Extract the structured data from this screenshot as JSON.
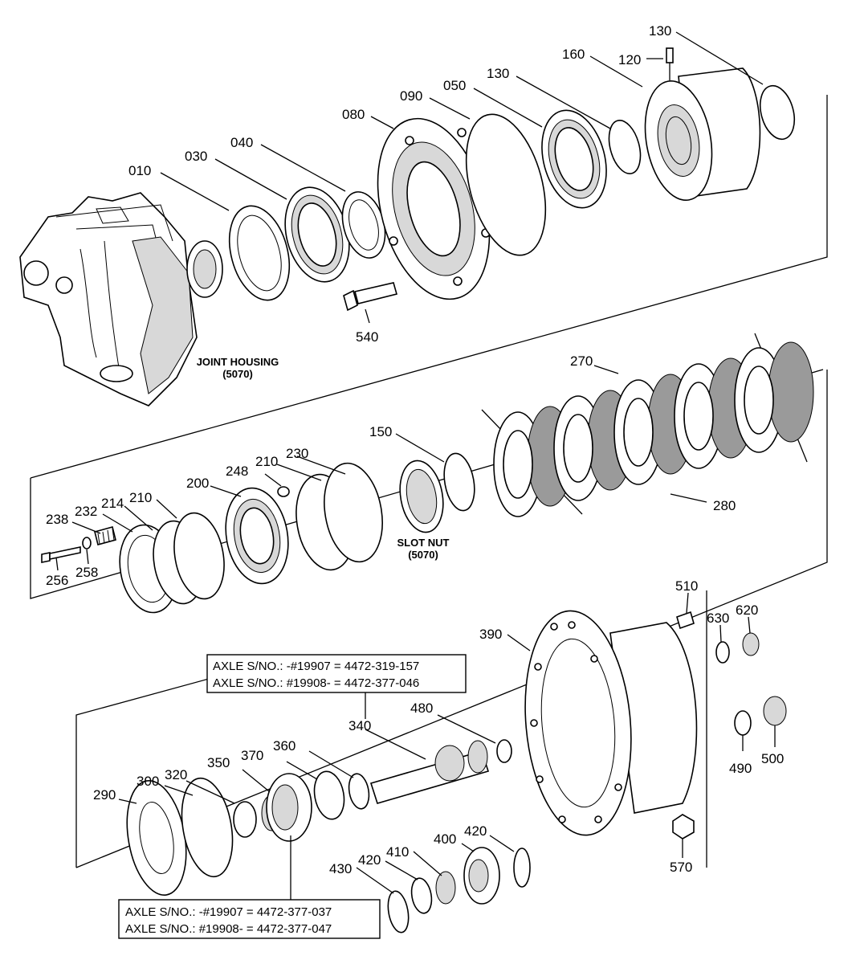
{
  "callouts": {
    "c010": "010",
    "c030": "030",
    "c040": "040",
    "c080": "080",
    "c090": "090",
    "c050": "050",
    "c130a": "130",
    "c160": "160",
    "c120": "120",
    "c130b": "130",
    "c540": "540",
    "c270": "270",
    "c280": "280",
    "c150": "150",
    "c230": "230",
    "c210a": "210",
    "c248": "248",
    "c200": "200",
    "c210b": "210",
    "c214": "214",
    "c232": "232",
    "c238": "238",
    "c256": "256",
    "c258": "258",
    "c510": "510",
    "c630": "630",
    "c620": "620",
    "c390": "390",
    "c480": "480",
    "c340": "340",
    "c490": "490",
    "c500": "500",
    "c360": "360",
    "c370": "370",
    "c350": "350",
    "c320": "320",
    "c300": "300",
    "c290": "290",
    "c570": "570",
    "c400": "400",
    "c420a": "420",
    "c410": "410",
    "c420b": "420",
    "c430": "430"
  },
  "captions": {
    "joint_housing": "JOINT HOUSING",
    "joint_housing_ref": "(5070)",
    "slot_nut": "SLOT NUT",
    "slot_nut_ref": "(5070)"
  },
  "notes": {
    "shaft_note": [
      "AXLE S/NO.: -#19907 = 4472-319-157",
      "AXLE S/NO.: #19908- = 4472-377-046"
    ],
    "gear_note": [
      "AXLE S/NO.: -#19907 = 4472-377-037",
      "AXLE S/NO.: #19908- = 4472-377-047"
    ]
  }
}
